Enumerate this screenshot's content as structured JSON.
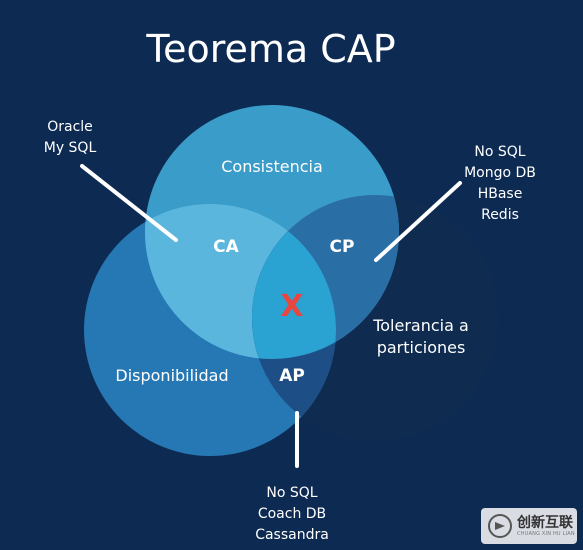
{
  "title": "Teorema CAP",
  "colors": {
    "background": "#0d2a52",
    "circle_consistency": "#3a9cc8",
    "circle_availability": "#2678b4",
    "circle_partition": "#0f2c50",
    "overlap_x": "#e8463f",
    "text": "#ffffff"
  },
  "circles": {
    "consistency": "Consistencia",
    "availability": "Disponibilidad",
    "partition": "Tolerancia a\nparticiones"
  },
  "regions": {
    "ca": "CA",
    "cp": "CP",
    "ap": "AP",
    "center": "X"
  },
  "callouts": {
    "ca": [
      "Oracle",
      "My SQL"
    ],
    "cp": [
      "No SQL",
      "Mongo DB",
      "HBase",
      "Redis"
    ],
    "ap": [
      "No SQL",
      "Coach DB",
      "Cassandra"
    ]
  },
  "watermark": {
    "text_cn": "创新互联",
    "text_en": "CHUANG XIN HU LIAN"
  }
}
